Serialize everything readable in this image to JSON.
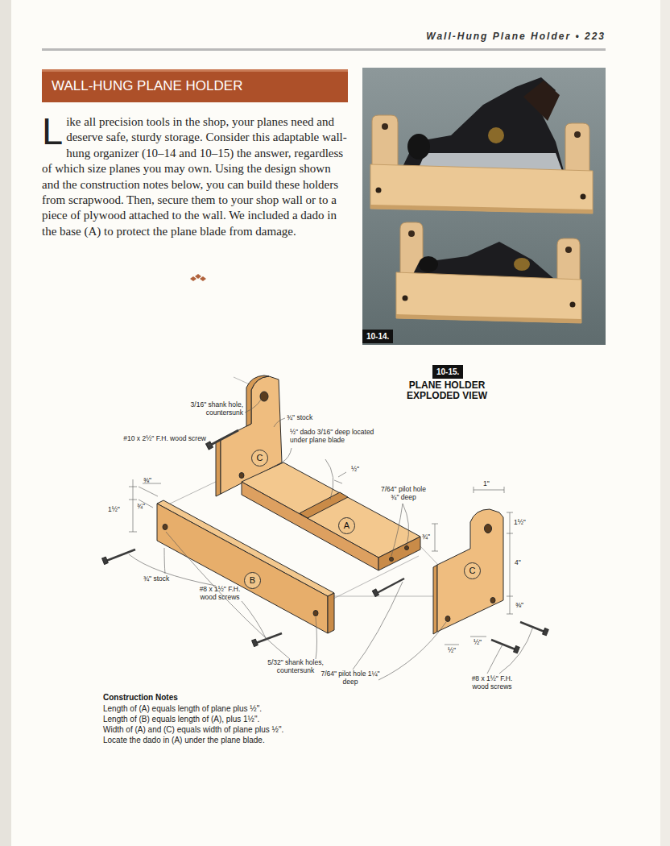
{
  "diagram": {
    "title": "WALL-HUNG PLANE HOLDER",
    "nodes": [
      {
        "text": [
          "10-14."
        ]
      },
      {
        "text": [
          "10-15."
        ]
      },
      {
        "text": [
          "C"
        ]
      },
      {
        "text": [
          "A"
        ]
      },
      {
        "text": [
          "C"
        ]
      },
      {
        "text": [
          "B"
        ]
      }
    ],
    "labels": [
      "Wall-Hung Plane Holder • 223",
      "Like all precision tools in the shop, your planes need and deserve safe, sturdy storage. Consider this adaptable wall-hung organizer (10–14 and 10–15) the answer, regardless of which size planes you may own. Using the design shown and the construction notes below, you can build these holders from scrapwood. Then, secure them to your shop wall or to a piece of plywood attached to the wall. We included a dado in the base (A) to protect the plane blade from damage.",
      "PLANE HOLDER EXPLODED VIEW",
      "3/16\" shank hole, countersunk",
      "#10 x 2½\" F.H. wood screw",
      "¾\" stock",
      "½\" dado 3/16\" deep located under plane blade",
      "⅜\"",
      "1½\"",
      "¾\"",
      "½\"",
      "7/64\" pilot hole ¾\" deep",
      "¾\" stock",
      "#8 x 1½\" F.H. wood screws",
      "5/32\" shank holes, countersunk",
      "7/64\" pilot hole 1¼\" deep",
      "#8 x 1½\" F.H. wood screws",
      "1\"",
      "¾\"",
      "1½\"",
      "4\"",
      "⅜\"",
      "½\"",
      "½\"",
      "Construction Notes",
      "Length of (A) equals length of plane plus ½\".",
      "Length of (B) equals length of (A), plus 1½\".",
      "Width of (A) and (C) equals width of plane plus ½\".",
      "Locate the dado in (A) under the plane blade."
    ]
  }
}
